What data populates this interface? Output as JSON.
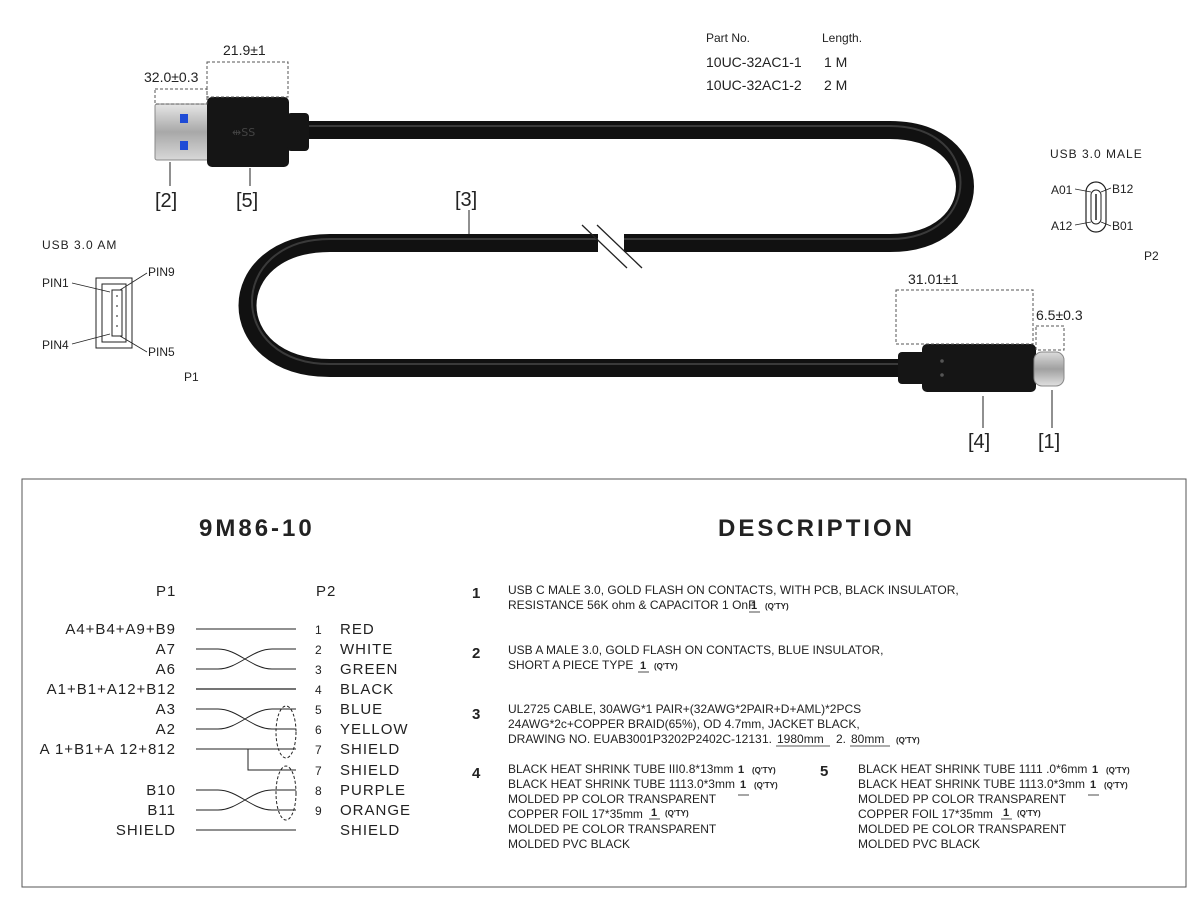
{
  "part_table": {
    "header_part": "Part No.",
    "header_length": "Length.",
    "rows": [
      {
        "part": "10UC-32AC1-1",
        "length": "1 M"
      },
      {
        "part": "10UC-32AC1-2",
        "length": "2 M"
      }
    ]
  },
  "dimensions": {
    "usb_a_head": "32.0±0.3",
    "usb_a_boot": "21.9±1",
    "usb_c_boot": "31.01±1",
    "usb_c_head": "6.5±0.3"
  },
  "callouts": {
    "c1": "[1]",
    "c2": "[2]",
    "c3": "[3]",
    "c4": "[4]",
    "c5": "[5]"
  },
  "usb_am": {
    "title": "USB 3.0 AM",
    "pin1": "PIN1",
    "pin4": "PIN4",
    "pin9": "PIN9",
    "pin5": "PIN5",
    "label": "P1"
  },
  "usb_male": {
    "title": "USB 3.0 MALE",
    "a01": "A01",
    "a12": "A12",
    "b12": "B12",
    "b01": "B01",
    "label": "P2"
  },
  "wiring": {
    "title": "9M86-10",
    "p1_header": "P1",
    "p2_header": "P2",
    "rows": [
      {
        "p1": "A4+B4+A9+B9",
        "num": "1",
        "color": "RED"
      },
      {
        "p1": "A7",
        "num": "2",
        "color": "WHITE"
      },
      {
        "p1": "A6",
        "num": "3",
        "color": "GREEN"
      },
      {
        "p1": "A1+B1+A12+B12",
        "num": "4",
        "color": "BLACK"
      },
      {
        "p1": "A3",
        "num": "5",
        "color": "BLUE"
      },
      {
        "p1": "A2",
        "num": "6",
        "color": "YELLOW"
      },
      {
        "p1": "A 1+B1+A 12+812",
        "num": "7",
        "color": "SHIELD"
      },
      {
        "p1": "",
        "num": "7",
        "color": "SHIELD"
      },
      {
        "p1": "B10",
        "num": "8",
        "color": "PURPLE"
      },
      {
        "p1": "B11",
        "num": "9",
        "color": "ORANGE"
      },
      {
        "p1": "SHIELD",
        "num": "",
        "color": "SHIELD"
      }
    ]
  },
  "description": {
    "title": "DESCRIPTION",
    "qty_label": "(Q'TY)",
    "items": [
      {
        "num": "1",
        "lines": [
          "USB C MALE 3.0, GOLD FLASH ON CONTACTS, WITH PCB, BLACK INSULATOR,",
          "RESISTANCE 56K ohm & CAPACITOR 1 OnF"
        ],
        "qty": "1"
      },
      {
        "num": "2",
        "lines": [
          "USB A MALE 3.0, GOLD FLASH ON CONTACTS, BLUE INSULATOR,",
          "SHORT A PIECE TYPE"
        ],
        "qty": "1"
      },
      {
        "num": "3",
        "lines": [
          "UL2725 CABLE, 30AWG*1 PAIR+(32AWG*2PAIR+D+AML)*2PCS",
          "24AWG*2c+COPPER BRAID(65%), OD 4.7mm, JACKET BLACK,",
          "DRAWING NO. EUAB3001P3202P2402C-1213"
        ],
        "len1_prefix": "1.",
        "len1": "1980mm",
        "len2_prefix": "2.",
        "len2": "80mm"
      },
      {
        "num": "4",
        "lines": [
          "BLACK HEAT SHRINK TUBE III0.8*13mm",
          "BLACK HEAT SHRINK TUBE 1113.0*3mm",
          "MOLDED PP COLOR TRANSPARENT",
          "COPPER FOIL 17*35mm",
          "MOLDED PE COLOR TRANSPARENT",
          "MOLDED PVC BLACK"
        ],
        "qty1": "1",
        "qty2": "1",
        "qty3": "1"
      },
      {
        "num": "5",
        "lines": [
          "BLACK HEAT SHRINK TUBE 1111 .0*6mm",
          "BLACK HEAT SHRINK TUBE 1113.0*3mm",
          "MOLDED PP COLOR TRANSPARENT",
          "COPPER FOIL 17*35mm",
          "MOLDED PE COLOR TRANSPARENT",
          "MOLDED PVC BLACK"
        ],
        "qty1": "1",
        "qty2": "1",
        "qty3": "1"
      }
    ]
  },
  "colors": {
    "cable": "#111111",
    "usb_a_metal": "#b5b5b5",
    "usb_a_blue": "#1e4bd6",
    "usb_c_metal": "#c2c2c2",
    "line": "#222222",
    "dashed": "#555555",
    "border": "#555555"
  }
}
